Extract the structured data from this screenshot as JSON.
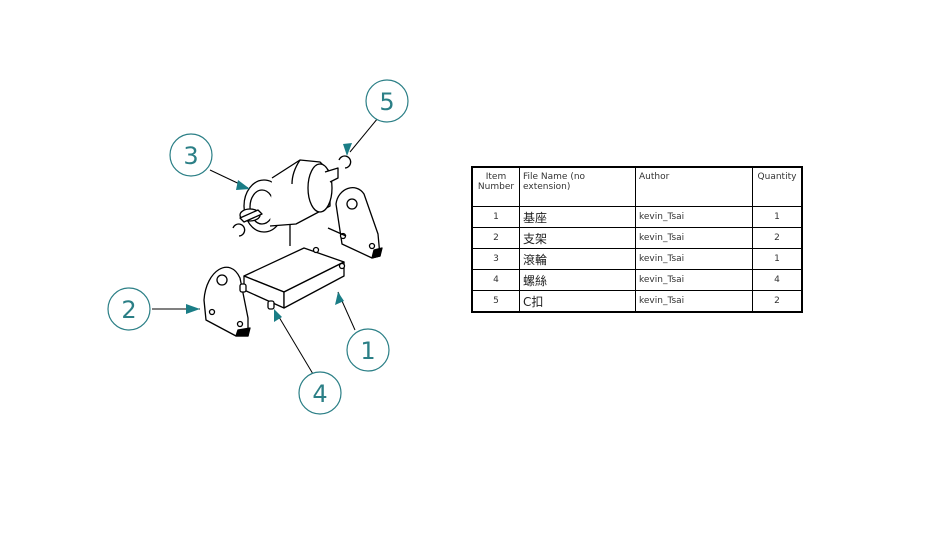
{
  "colors": {
    "balloon": "#2b7f86",
    "line": "#000000"
  },
  "balloons": [
    {
      "label": "1",
      "name": "balloon-1"
    },
    {
      "label": "2",
      "name": "balloon-2"
    },
    {
      "label": "3",
      "name": "balloon-3"
    },
    {
      "label": "4",
      "name": "balloon-4"
    },
    {
      "label": "5",
      "name": "balloon-5"
    }
  ],
  "bom": {
    "headers": {
      "item": "Item Number",
      "file": "File Name (no extension)",
      "author": "Author",
      "qty": "Quantity"
    },
    "rows": [
      {
        "item": "1",
        "file": "基座",
        "author": "kevin_Tsai",
        "qty": "1"
      },
      {
        "item": "2",
        "file": "支架",
        "author": "kevin_Tsai",
        "qty": "2"
      },
      {
        "item": "3",
        "file": "滾輪",
        "author": "kevin_Tsai",
        "qty": "1"
      },
      {
        "item": "4",
        "file": "螺絲",
        "author": "kevin_Tsai",
        "qty": "4"
      },
      {
        "item": "5",
        "file": "C扣",
        "author": "kevin_Tsai",
        "qty": "2"
      }
    ]
  }
}
